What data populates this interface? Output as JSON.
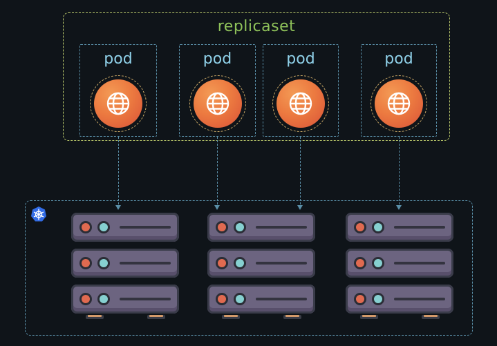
{
  "replicaset": {
    "label": "replicaset"
  },
  "pods": [
    {
      "label": "pod"
    },
    {
      "label": "pod"
    },
    {
      "label": "pod"
    },
    {
      "label": "pod"
    }
  ],
  "icons": {
    "pod_icon": "globe-icon",
    "cluster_icon": "kubernetes-icon",
    "node_icon": "server-icon"
  },
  "colors": {
    "background": "#0f1419",
    "replicaset_border": "#b8c76a",
    "replicaset_text": "#8fc25a",
    "pod_text": "#8fd0e8",
    "pod_fill": "#ec7a40",
    "connector": "#5a8fa8",
    "server_body": "#6c6480",
    "led_red": "#e06a50",
    "led_cyan": "#86d0d0"
  },
  "nodes": [
    {
      "servers": 3
    },
    {
      "servers": 3
    },
    {
      "servers": 3
    }
  ]
}
